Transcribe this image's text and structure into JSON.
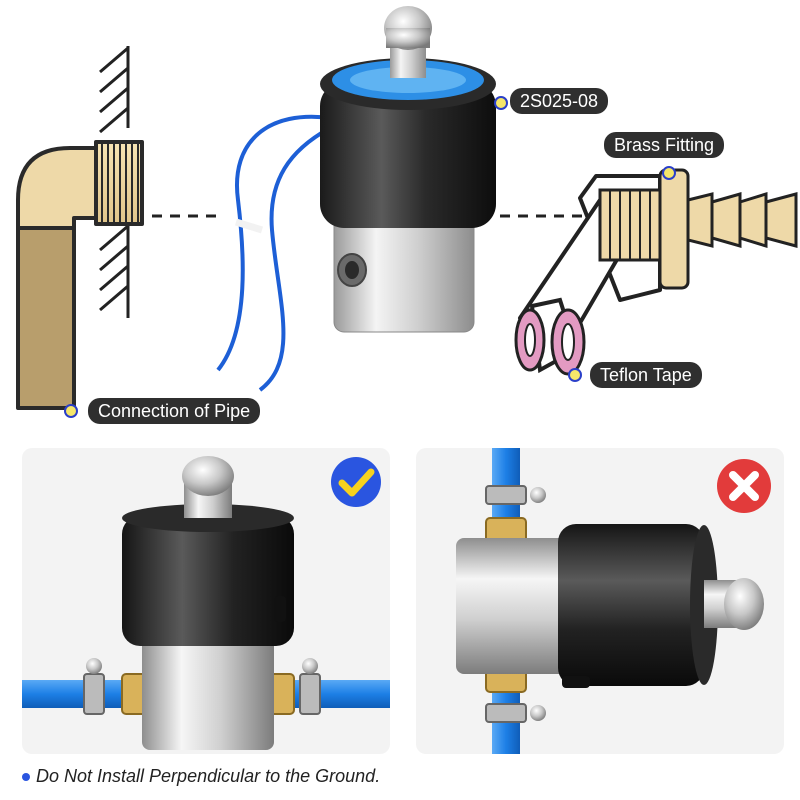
{
  "labels": {
    "model": "2S025-08",
    "brass_fitting": "Brass Fitting",
    "teflon_tape": "Teflon Tape",
    "connection_of_pipe": "Connection of Pipe"
  },
  "examples": {
    "correct": {
      "badge": "checkmark-icon",
      "color": "#2a55e0"
    },
    "incorrect": {
      "badge": "x-icon",
      "color": "#e23b3b"
    }
  },
  "note": "Do Not Install Perpendicular to the Ground.",
  "colors": {
    "label_bg": "#2f2f2f",
    "label_text": "#ffffff",
    "pipe_brass": "#eed9a8",
    "pipe_tube": "#b89e6c",
    "blue_tube": "#1d7fe6",
    "accent_dot_fill": "#f5e66a",
    "accent_dot_ring": "#2a3fc9"
  }
}
